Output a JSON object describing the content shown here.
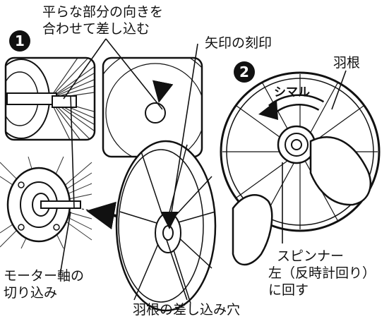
{
  "step1": {
    "number": "1",
    "label_flat": [
      "平らな部分の向きを",
      "合わせて差し込む"
    ],
    "label_arrow_mark": "矢印の刻印",
    "label_shaft_notch": [
      "モーター軸の",
      "切り込み"
    ],
    "label_hole": "羽根の差し込み穴"
  },
  "step2": {
    "number": "2",
    "label_blade": "羽根",
    "label_arrow_text": "シマル",
    "label_spinner": [
      "スピンナー",
      "左（反時計回り）",
      "に回す"
    ]
  }
}
